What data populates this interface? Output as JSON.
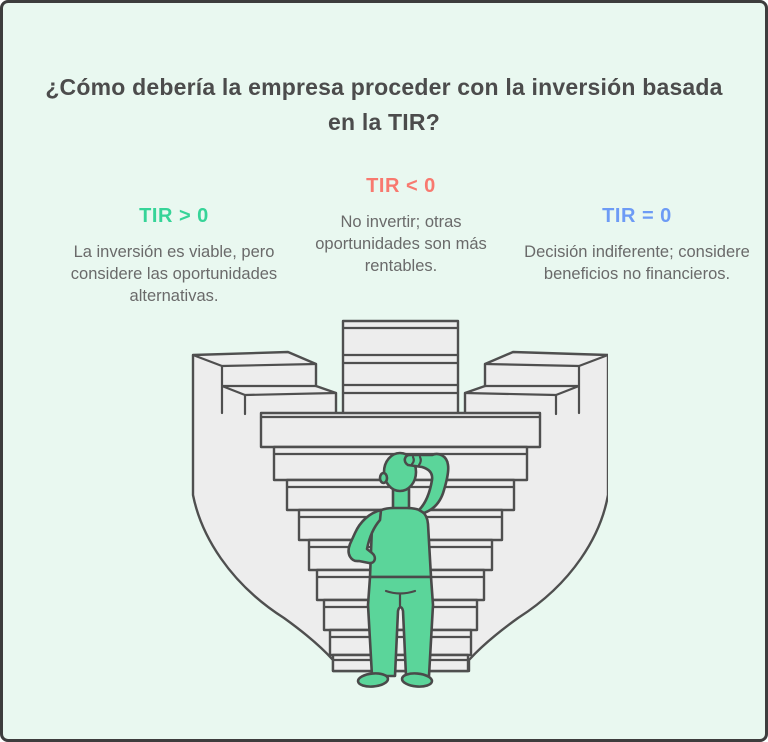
{
  "page": {
    "background_color": "#e9f8f0",
    "border_color": "#3d3d3d"
  },
  "title": "¿Cómo debería la empresa proceder con la inversión basada en la TIR?",
  "options": [
    {
      "id": "tir-positive",
      "heading": "TIR > 0",
      "heading_color": "#36d498",
      "body": "La inversión es viable, pero considere las oportunidades alternativas."
    },
    {
      "id": "tir-negative",
      "heading": "TIR < 0",
      "heading_color": "#f8796f",
      "body": "No invertir; otras oportunidades son más rentables."
    },
    {
      "id": "tir-zero",
      "heading": "TIR = 0",
      "heading_color": "#6d9bf5",
      "body": "Decisión indiferente; considere beneficios no financieros."
    }
  ],
  "illustration": {
    "stairs_fill_color": "#ededed",
    "outline_color": "#4f4f4f",
    "person_color": "#5bd59a"
  }
}
